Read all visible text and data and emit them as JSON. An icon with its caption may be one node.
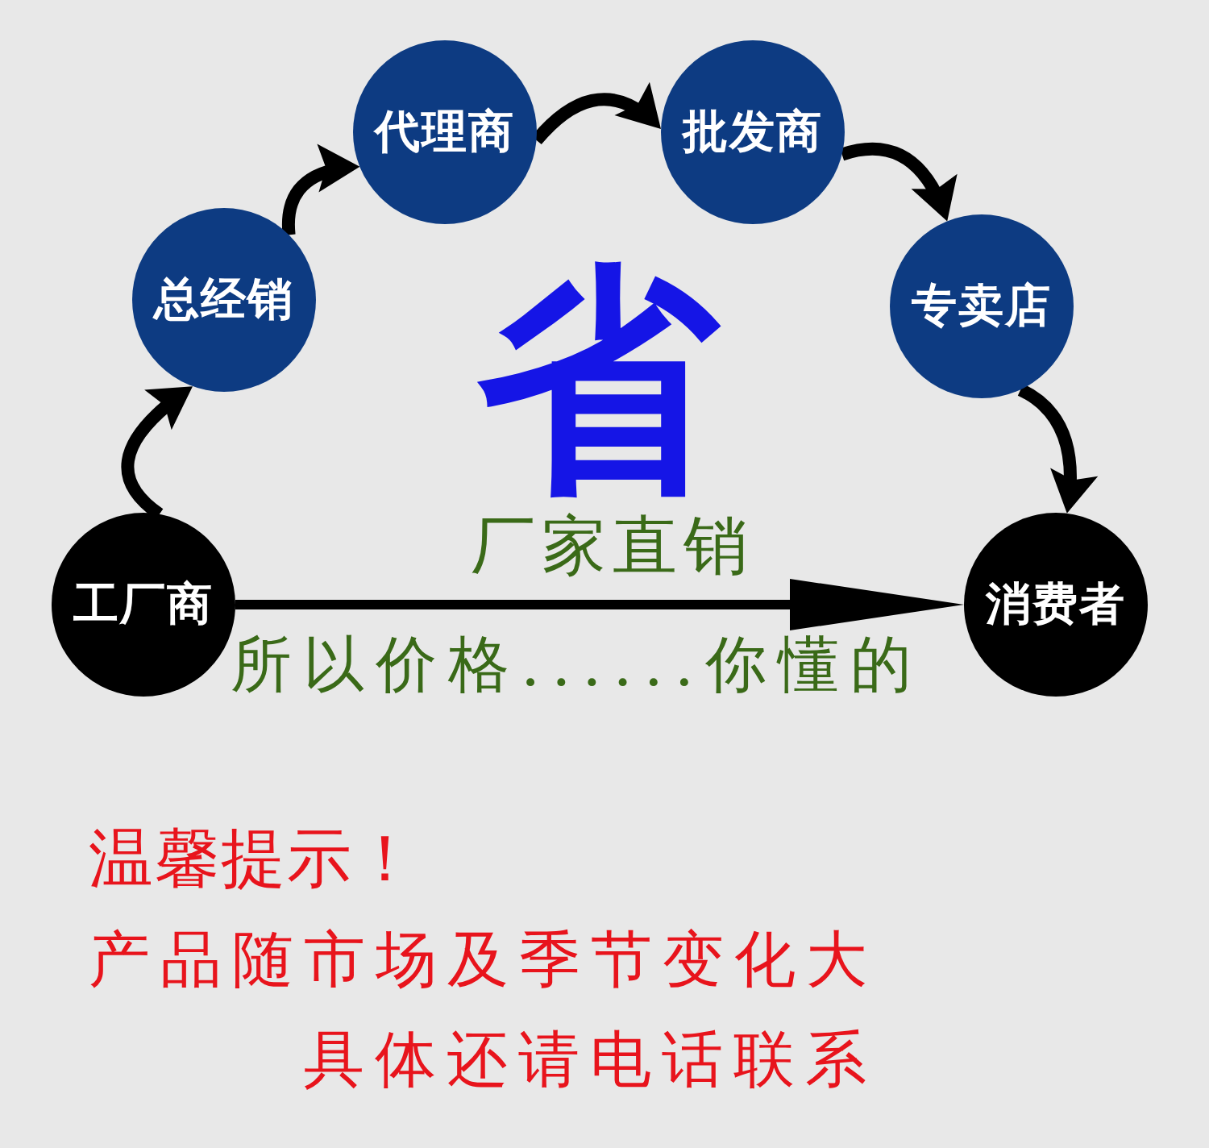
{
  "diagram": {
    "nodes": [
      {
        "text": [
          "工厂商"
        ]
      },
      {
        "text": [
          "总经销"
        ]
      },
      {
        "text": [
          "代理商"
        ]
      },
      {
        "text": [
          "批发商"
        ]
      },
      {
        "text": [
          "专卖店"
        ]
      },
      {
        "text": [
          "消费者"
        ]
      }
    ],
    "edges": [
      {
        "from": 0,
        "to": 1,
        "arrow": "to"
      },
      {
        "from": 1,
        "to": 2,
        "arrow": "to"
      },
      {
        "from": 2,
        "to": 3,
        "arrow": "to"
      },
      {
        "from": 3,
        "to": 4,
        "arrow": "to"
      },
      {
        "from": 4,
        "to": 5,
        "arrow": "to"
      },
      {
        "from": 0,
        "to": 5,
        "arrow": "to",
        "label": "厂家直销"
      }
    ],
    "labels": [
      "省",
      "所以价格......你懂的",
      "温馨提示！",
      "产品随市场及季节变化大",
      "具体还请电话联系"
    ]
  }
}
